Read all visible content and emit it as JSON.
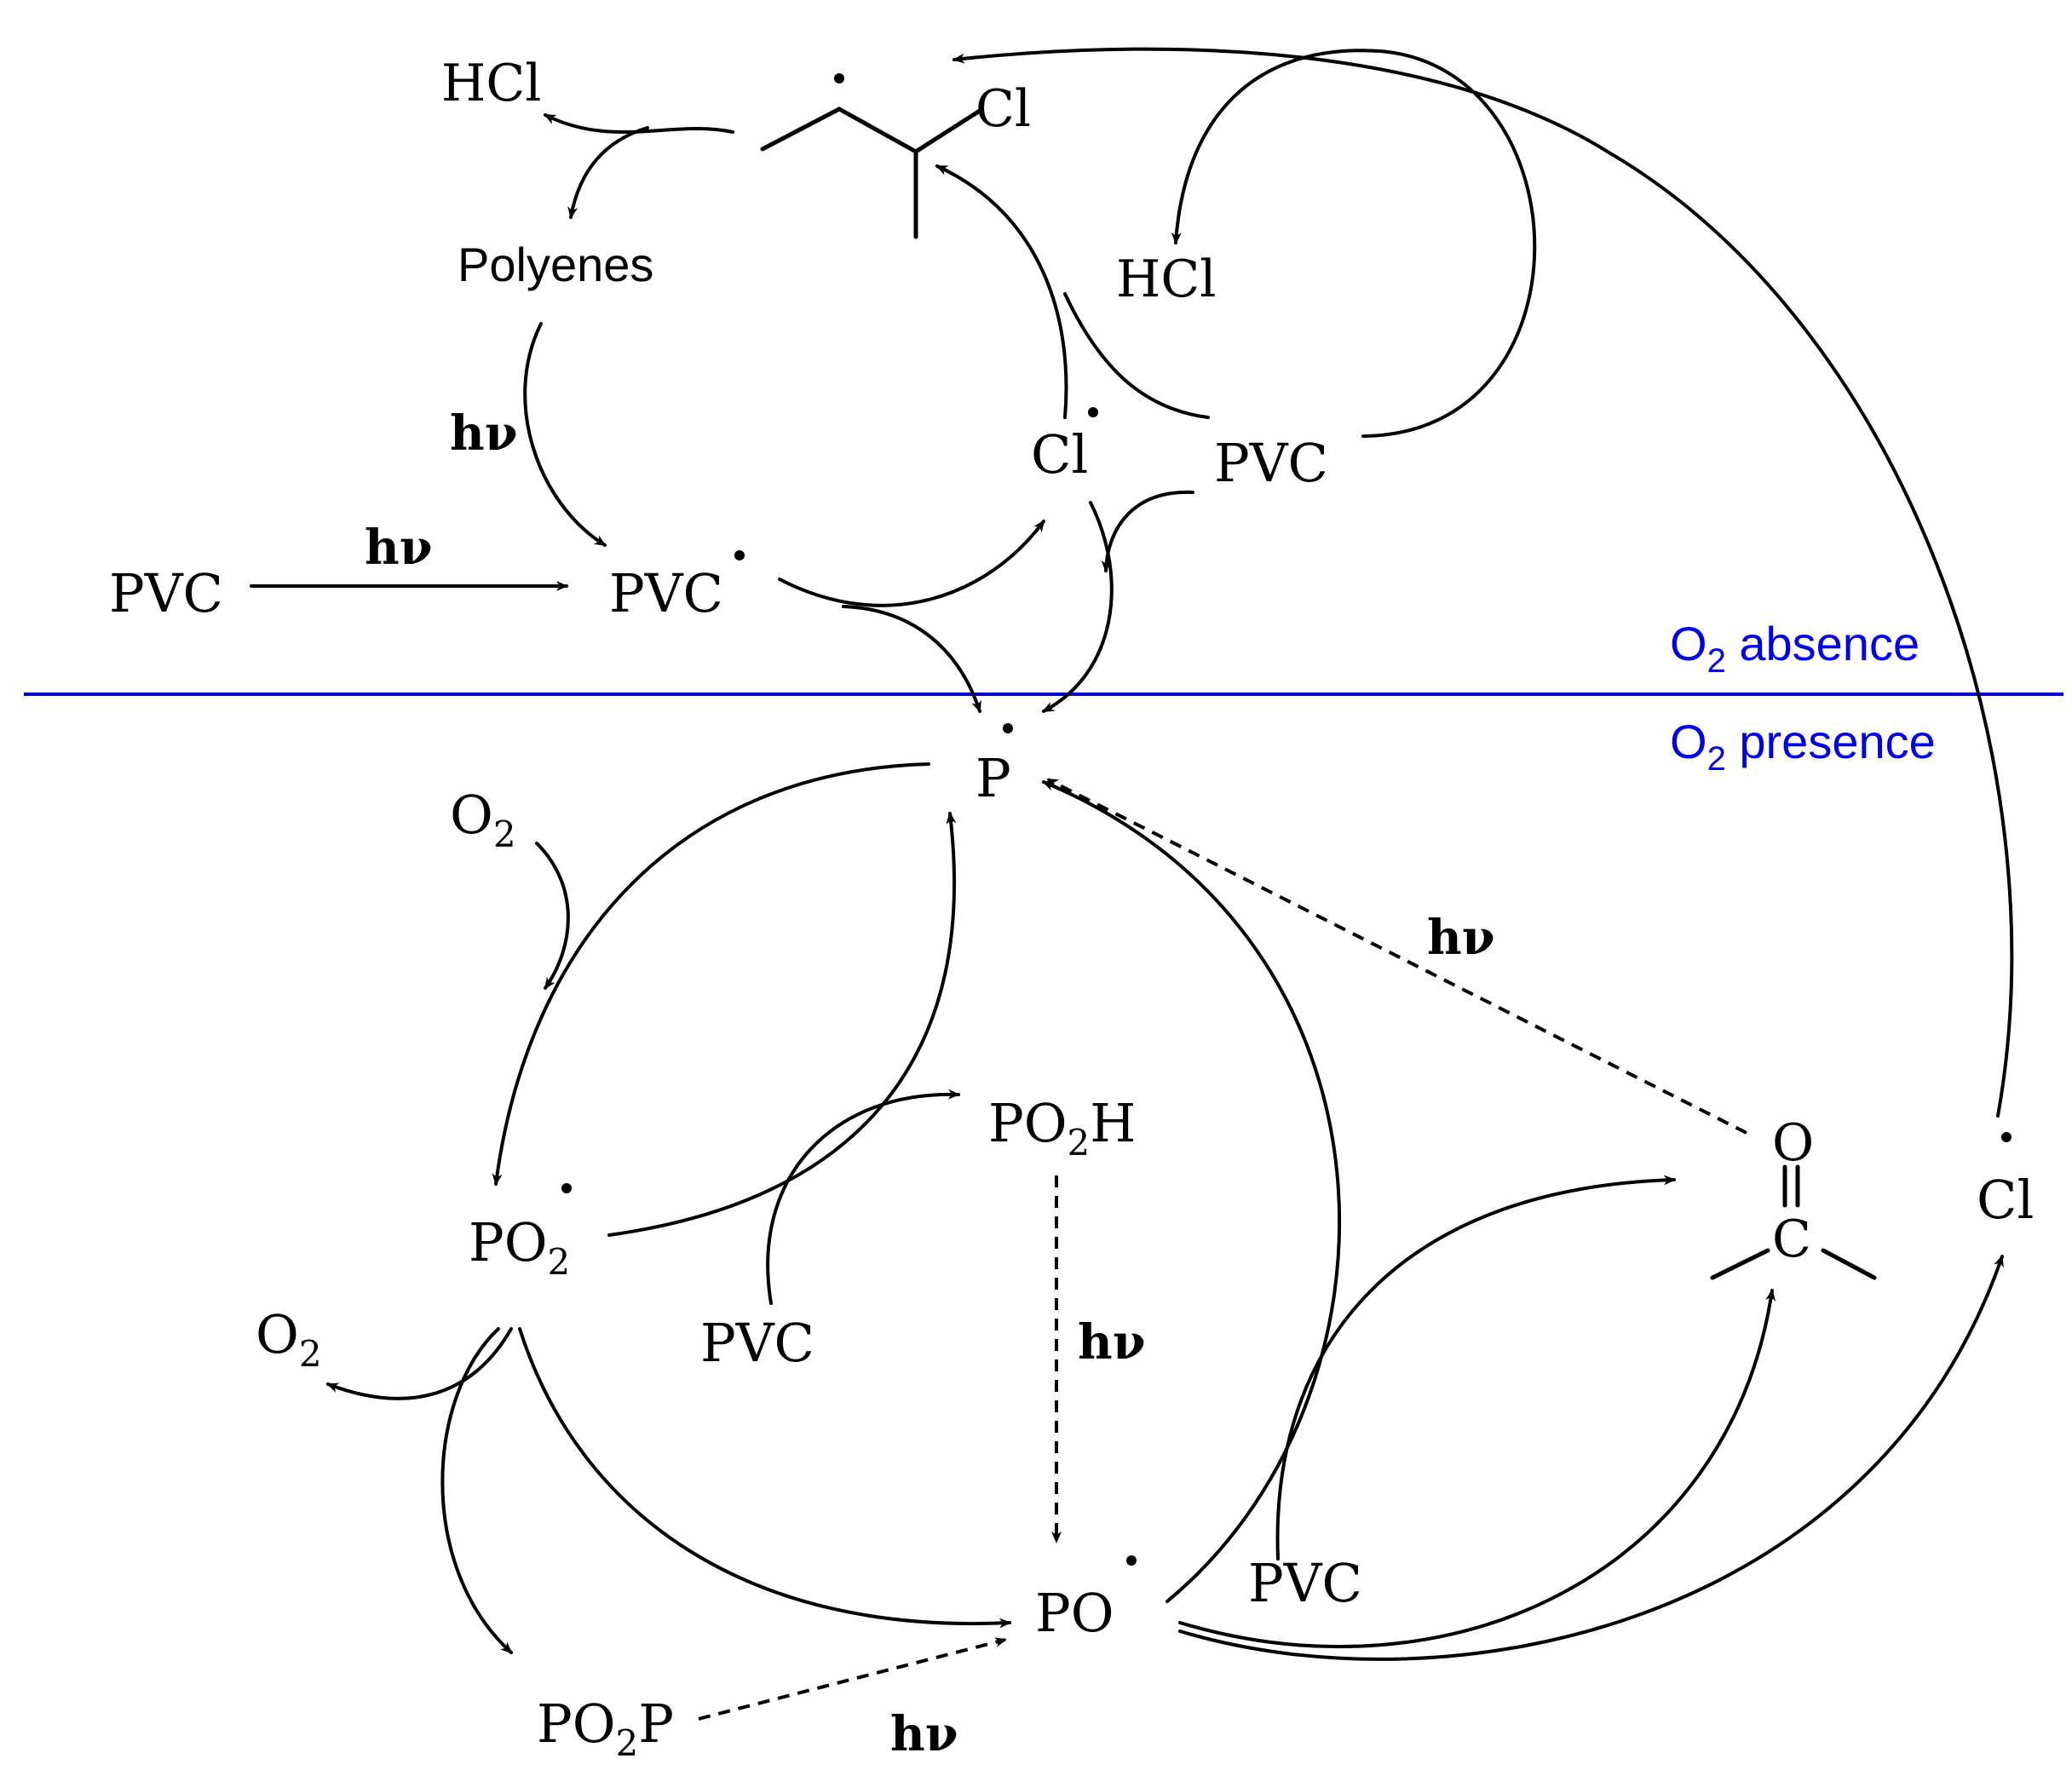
{
  "colors": {
    "ink": "#000000",
    "divider": "#0000ee"
  },
  "regions": {
    "top": "absence",
    "bottom": "presence",
    "o2_base": "O",
    "o2_sub": "2"
  },
  "species": {
    "hcl": "HCl",
    "cl": "Cl",
    "polyenes": "Polyenes",
    "pvc": "PVC",
    "p": "P",
    "o2_base": "O",
    "o2_sub": "2",
    "po2_base": "PO",
    "po2_sub": "2",
    "po2h_h": "H",
    "po2p_p": "P",
    "po": "PO",
    "carbonyl_o": "O",
    "carbonyl_c": "C",
    "hv": "hν",
    "dot": "•"
  }
}
